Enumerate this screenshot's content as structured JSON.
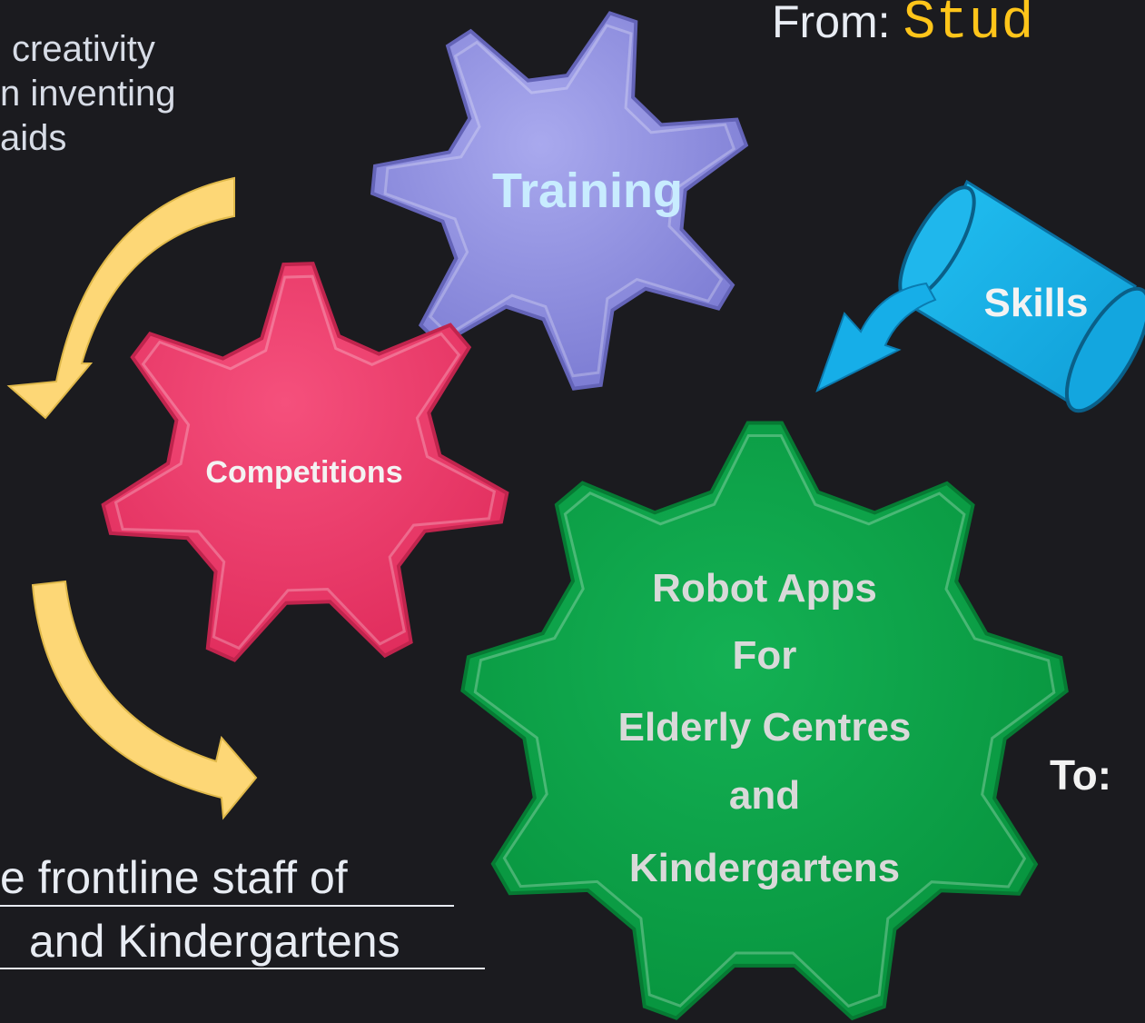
{
  "left_text": {
    "line1": "creativity",
    "line2": "n inventing",
    "line3": "aids"
  },
  "from": {
    "prefix": "From: ",
    "highlight": "Stud"
  },
  "gears": {
    "training": "Training",
    "competitions": "Competitions",
    "robot": [
      "Robot Apps",
      "For",
      "Elderly Centres",
      "and",
      "Kindergartens"
    ]
  },
  "skills_label": "Skills",
  "to_label": "To:",
  "staff": {
    "line1": "e frontline staff of",
    "line2": "and Kindergartens"
  },
  "colors": {
    "background": "#1b1b1f",
    "training_gear": "#8f8fe0",
    "competitions_gear": "#ef3868",
    "robot_gear": "#08a046",
    "skills_cylinder": "#16aee8",
    "arrows": "#fdd776",
    "from_highlight": "#ffc51a"
  }
}
